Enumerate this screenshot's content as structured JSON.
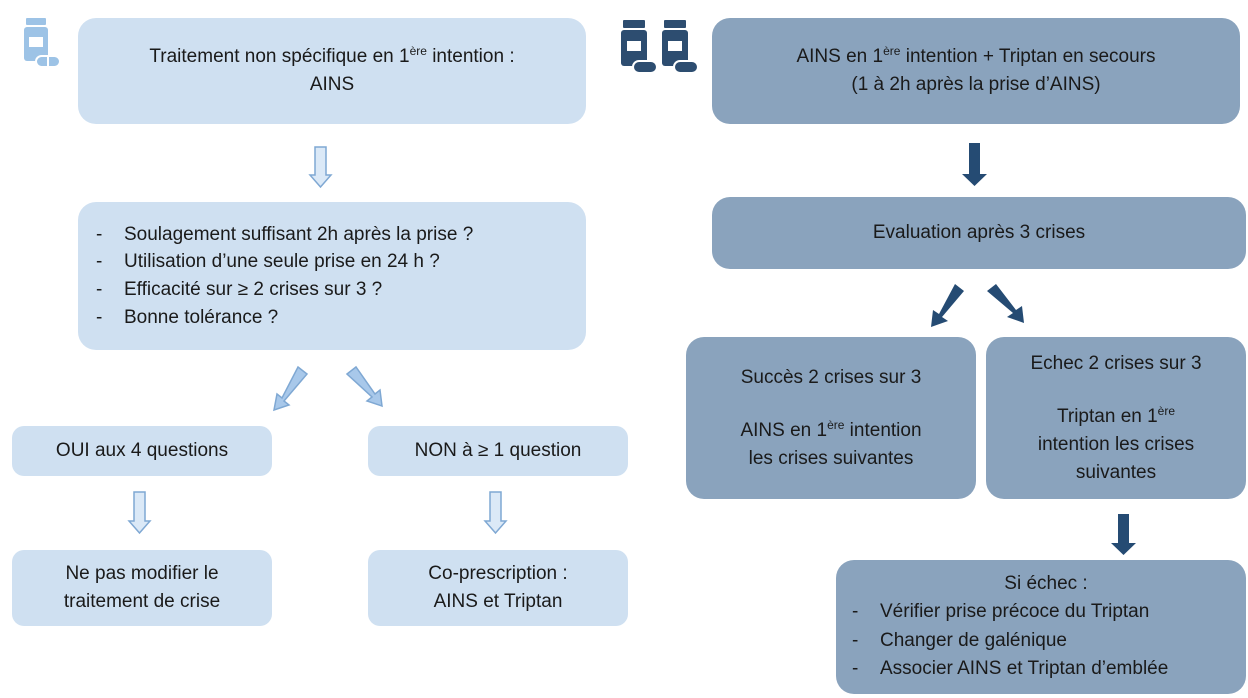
{
  "left": {
    "box1": {
      "line1_pre": "Traitement non spécifique en 1",
      "line1_sup": "ère",
      "line1_post": " intention :",
      "line2": "AINS"
    },
    "questions": [
      "Soulagement suffisant 2h après la prise ?",
      "Utilisation d’une seule prise en 24 h ?",
      "Efficacité sur ≥ 2 crises sur 3 ?",
      "Bonne tolérance ?"
    ],
    "oui": "OUI aux 4 questions",
    "non": "NON à ≥ 1 question",
    "oui_result": {
      "line1": "Ne pas modifier le",
      "line2": "traitement de crise"
    },
    "non_result": {
      "line1": "Co-prescription :",
      "line2": "AINS et Triptan"
    }
  },
  "right": {
    "box1": {
      "line1_pre": "AINS en 1",
      "line1_sup": "ère",
      "line1_post": " intention + Triptan en secours",
      "line2": "(1 à 2h après la prise d’AINS)"
    },
    "evaluation": "Evaluation après 3 crises",
    "success": {
      "title": "Succès 2 crises sur 3",
      "line1_pre": "AINS en 1",
      "line1_sup": "ère",
      "line1_post": " intention",
      "line2": "les crises suivantes"
    },
    "failure": {
      "title": "Echec 2 crises sur 3",
      "line1_pre": "Triptan en 1",
      "line1_sup": "ère",
      "line2": "intention les crises",
      "line3": "suivantes"
    },
    "if_fail": {
      "title": "Si échec :",
      "items": [
        "Vérifier prise précoce du Triptan",
        "Changer de galénique",
        "Associer AINS et Triptan d’emblée"
      ]
    }
  },
  "colors": {
    "light_box": "#cfe0f1",
    "dark_box": "#8aa3bd",
    "dark_arrow": "#254b73",
    "light_arrow": "#a8c8ea",
    "icon_light": "#9dc3e6",
    "icon_dark": "#2d4d70"
  }
}
